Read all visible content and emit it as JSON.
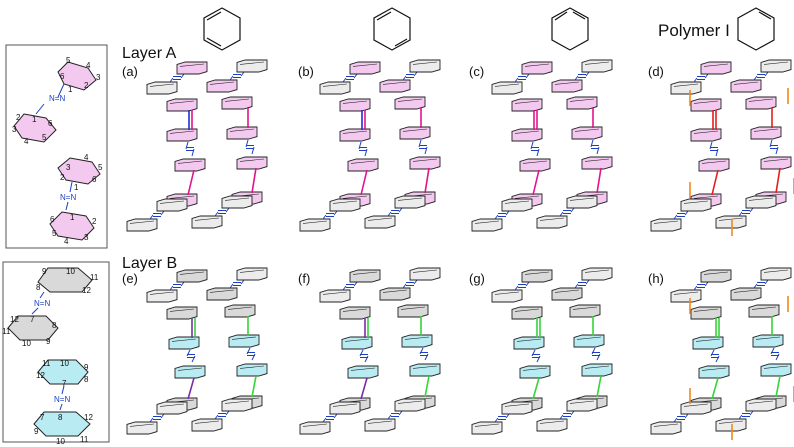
{
  "header": {
    "monomers": [
      "",
      "",
      ""
    ],
    "polymer_label": "Polymer I"
  },
  "layers": {
    "a": "Layer A",
    "b": "Layer B"
  },
  "panels": [
    "(a)",
    "(b)",
    "(c)",
    "(d)",
    "(e)",
    "(f)",
    "(g)",
    "(h)"
  ],
  "legend_a": {
    "top_numbers": [
      "5",
      "4",
      "3",
      "6",
      "1",
      "2"
    ],
    "mid_numbers": [
      "1",
      "2",
      "6",
      "3",
      "4",
      "5"
    ],
    "low_numbers": [
      "3",
      "4",
      "5",
      "2",
      "1",
      "6"
    ],
    "bot_numbers": [
      "1",
      "2",
      "6",
      "5",
      "4",
      "3"
    ],
    "azo": "N=N"
  },
  "legend_b": {
    "top_numbers": [
      "9",
      "10",
      "11",
      "12",
      "8"
    ],
    "mid_numbers": [
      "12",
      "7",
      "11",
      "10",
      "9",
      "8"
    ],
    "low_numbers": [
      "11",
      "10",
      "9",
      "12",
      "7",
      "8"
    ],
    "bot_numbers": [
      "8",
      "7",
      "12",
      "9",
      "10",
      "11"
    ],
    "azo": "N=N"
  },
  "colors": {
    "layer_a_fill": "#f3c9ef",
    "layer_b_fill": "#b9ecf2",
    "neutral_fill": "#d9d9d9",
    "azo": "#1a3fc4",
    "bond_magenta": "#e0148c",
    "bond_blue": "#1f2fd6",
    "bond_green": "#35d43a",
    "bond_red": "#e41e1e",
    "bond_orange": "#f08a1e",
    "bond_purple": "#7a2ca8"
  }
}
